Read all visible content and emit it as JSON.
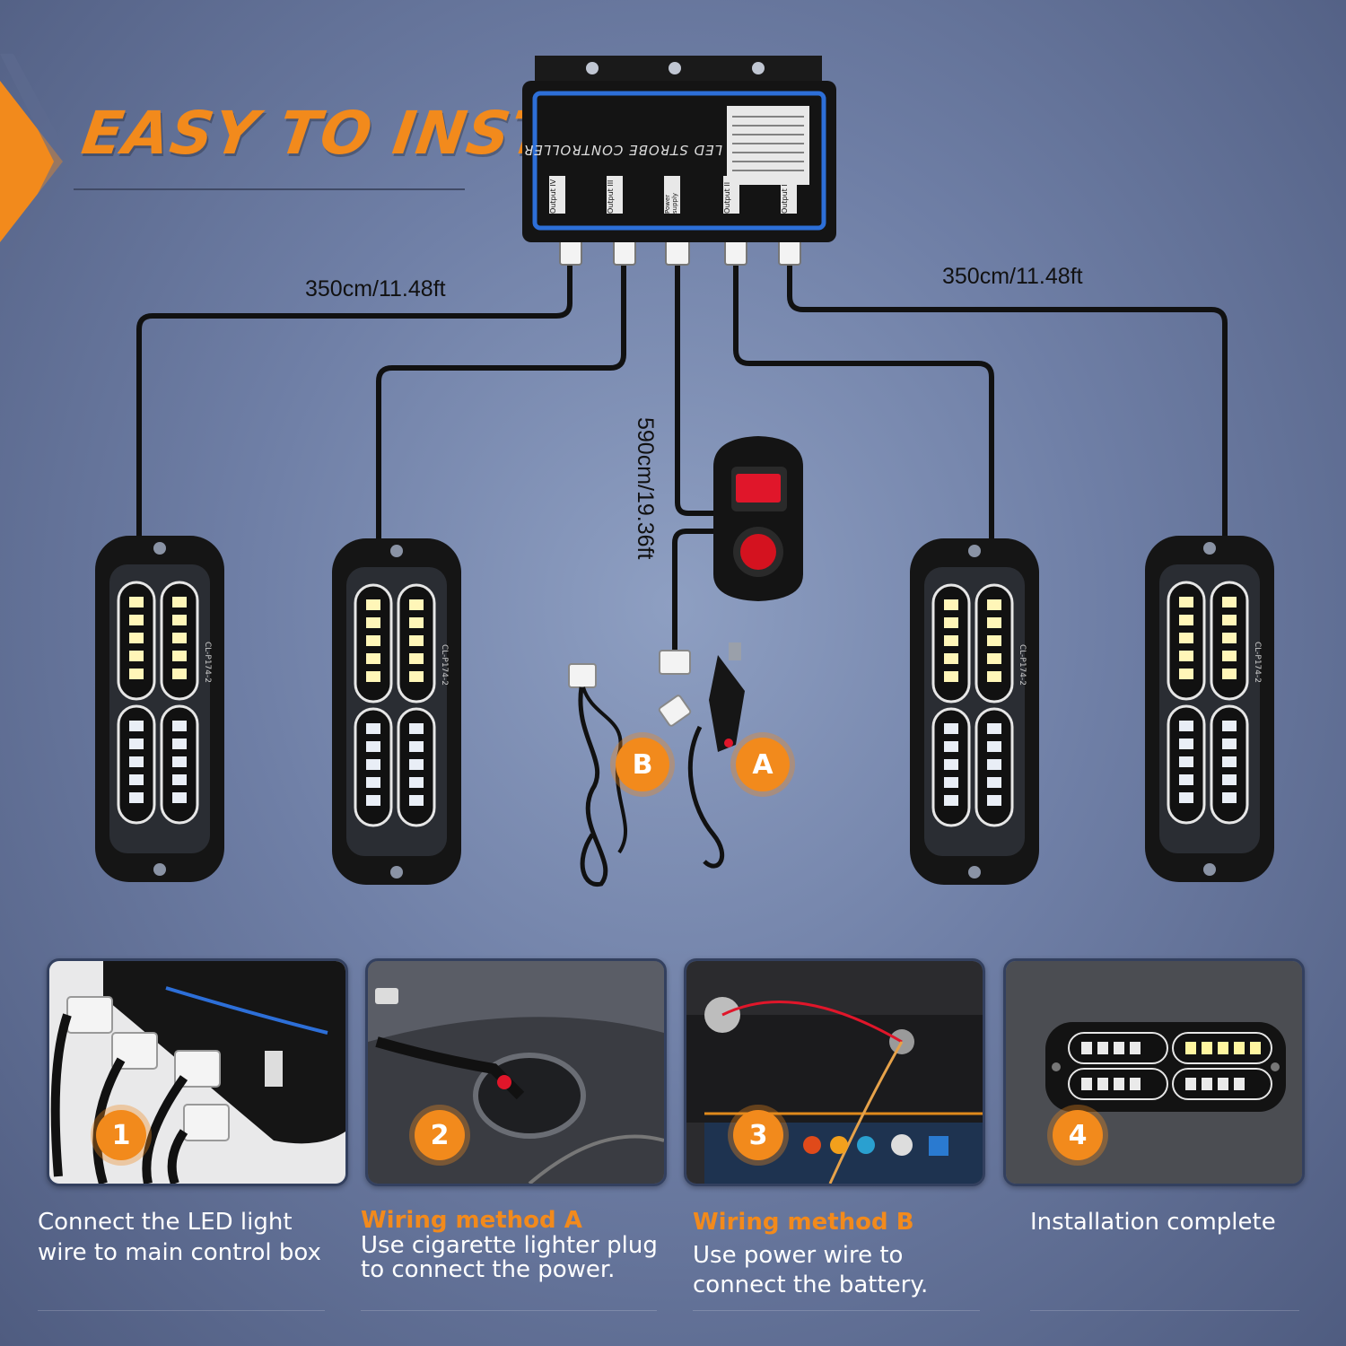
{
  "headline": "EASY TO INSTALL",
  "controller": {
    "label": "LED STROBE CONTROLLER",
    "ports": [
      "Output IV",
      "Output III",
      "Power supply",
      "Output II",
      "Output I"
    ]
  },
  "dimensions": {
    "left": "350cm/11.48ft",
    "right": "350cm/11.48ft",
    "center": "590cm/19.36ft"
  },
  "light_model": "CL-P174-2",
  "badges": {
    "a": "A",
    "b": "B"
  },
  "steps": [
    {
      "num": "1",
      "title": "",
      "text_lines": [
        "Connect the LED light",
        "wire to main control box"
      ]
    },
    {
      "num": "2",
      "title": "Wiring method A",
      "text_lines": [
        "Use cigarette lighter plug",
        "to connect the power."
      ]
    },
    {
      "num": "3",
      "title": "Wiring method B",
      "text_lines": [
        "Use power wire to",
        "connect the battery."
      ]
    },
    {
      "num": "4",
      "title": "",
      "text_lines": [
        "Installation complete"
      ]
    }
  ],
  "colors": {
    "accent": "#f28a1c",
    "background": "#7a8ab0"
  }
}
